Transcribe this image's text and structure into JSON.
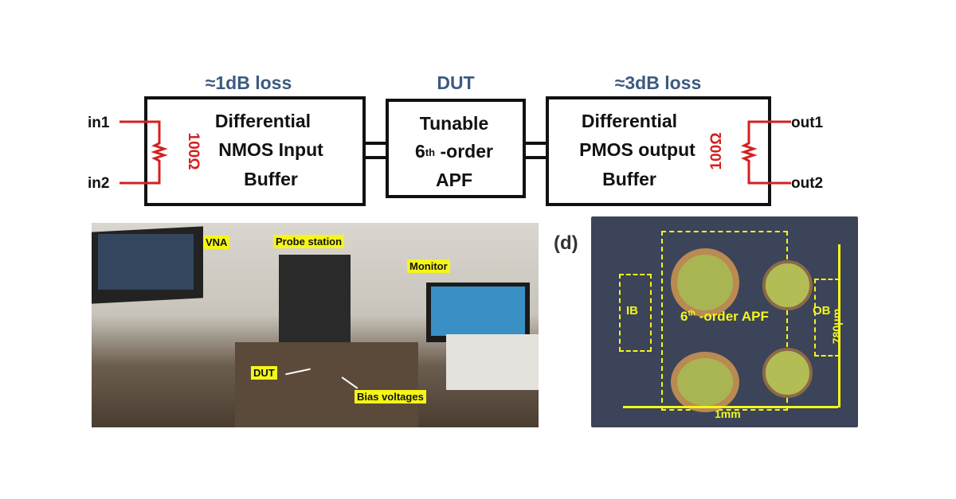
{
  "block_diagram": {
    "input_loss": "≈1dB loss",
    "dut_label": "DUT",
    "output_loss": "≈3dB loss",
    "input_buffer": [
      "Differential",
      "NMOS Input",
      "Buffer"
    ],
    "dut_block": {
      "line1": "Tunable",
      "line2_num": "6",
      "line2_sup": "th",
      "line2_rest": " -order",
      "line3": "APF"
    },
    "output_buffer": [
      "Differential",
      "PMOS output",
      "Buffer"
    ],
    "resistor_value": "100Ω",
    "inputs": [
      "in1",
      "in2"
    ],
    "outputs": [
      "out1",
      "out2"
    ],
    "colors": {
      "title": "#3d5a80",
      "wire": "#d42020",
      "box": "#111111"
    }
  },
  "photo": {
    "labels": {
      "vna": "VNA",
      "probe_station": "Probe station",
      "monitor": "Monitor",
      "dut": "DUT",
      "bias": "Bias voltages"
    }
  },
  "chip": {
    "panel_label": "(d)",
    "apf_num": "6",
    "apf_sup": "th",
    "apf_rest": " -order APF",
    "ib": "IB",
    "ob": "OB",
    "width": "1mm",
    "height": "780μm"
  }
}
